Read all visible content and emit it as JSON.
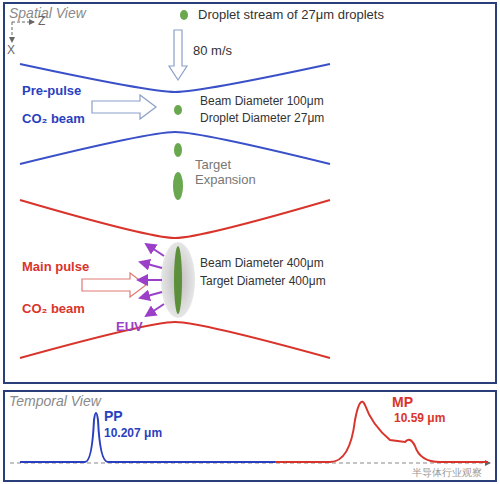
{
  "diagram": {
    "nodes": [
      {
        "text": [
          "Spatial View"
        ]
      },
      {
        "text": [
          "Temporal View"
        ]
      }
    ],
    "labels": [
      "Z",
      "X",
      "Droplet stream of 27μm droplets",
      "80 m/s",
      "Pre-pulse",
      "CO₂ beam",
      "Beam Diameter 100μm",
      "Droplet Diameter 27μm",
      "Target Expansion",
      "Main pulse",
      "CO₂ beam",
      "Beam Diameter 400μm",
      "Target Diameter 400μm",
      "EUV",
      "PP",
      "10.207 μm",
      "MP",
      "10.59 μm",
      "半导体行业观察"
    ]
  }
}
